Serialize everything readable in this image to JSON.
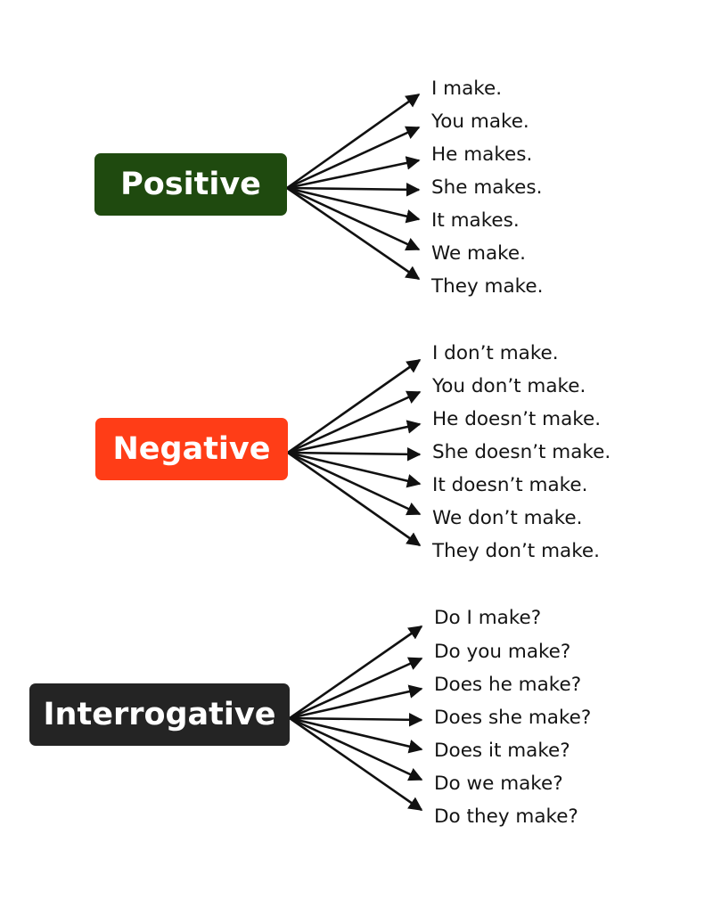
{
  "colors": {
    "positive": "#1f4a0f",
    "negative": "#ff3d17",
    "interrogative": "#242424",
    "arrow": "#111111",
    "text": "#141414"
  },
  "groups": [
    {
      "id": "positive",
      "label": "Positive",
      "sentences": [
        "I make.",
        "You make.",
        "He makes.",
        "She makes.",
        "It makes.",
        "We make.",
        "They make."
      ]
    },
    {
      "id": "negative",
      "label": "Negative",
      "sentences": [
        "I don’t make.",
        "You don’t make.",
        "He doesn’t make.",
        "She doesn’t make.",
        "It doesn’t make.",
        "We don’t make.",
        "They don’t make."
      ]
    },
    {
      "id": "interrogative",
      "label": "Interrogative",
      "sentences": [
        "Do I make?",
        "Do you make?",
        "Does he make?",
        "Does she make?",
        "Does it make?",
        "Do we make?",
        "Do they make?"
      ]
    }
  ]
}
